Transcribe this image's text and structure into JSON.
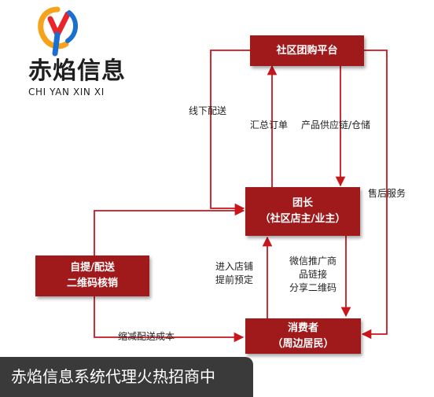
{
  "logo": {
    "cn": "赤焰信息",
    "en": "CHI YAN XIN XI",
    "colors": [
      "#e8252b",
      "#f7a21b",
      "#1b6fd0"
    ]
  },
  "nodes": {
    "platform": "社区团购平台",
    "leader_line1": "团长",
    "leader_line2": "（社区店主/业主）",
    "selfpick_line1": "自提/配送",
    "selfpick_line2": "二维码核销",
    "consumer_line1": "消费者",
    "consumer_line2": "（周边居民）"
  },
  "edges": {
    "offline_delivery": "线下配送",
    "summary_orders": "汇总订单",
    "product_supply": "产品供应链/仓储",
    "after_sales": "售后服务",
    "enter_store_1": "进入店铺",
    "enter_store_2": "提前预定",
    "wechat_1": "微信推广商",
    "wechat_2": "品链接",
    "wechat_3": "分享二维码",
    "reduce_cost": "缩减配送成本"
  },
  "banner": "赤焰信息系统代理火热招商中",
  "colors": {
    "node": "#a01a1c",
    "arrow": "#c8161d",
    "banner": "#3a3a3a"
  }
}
